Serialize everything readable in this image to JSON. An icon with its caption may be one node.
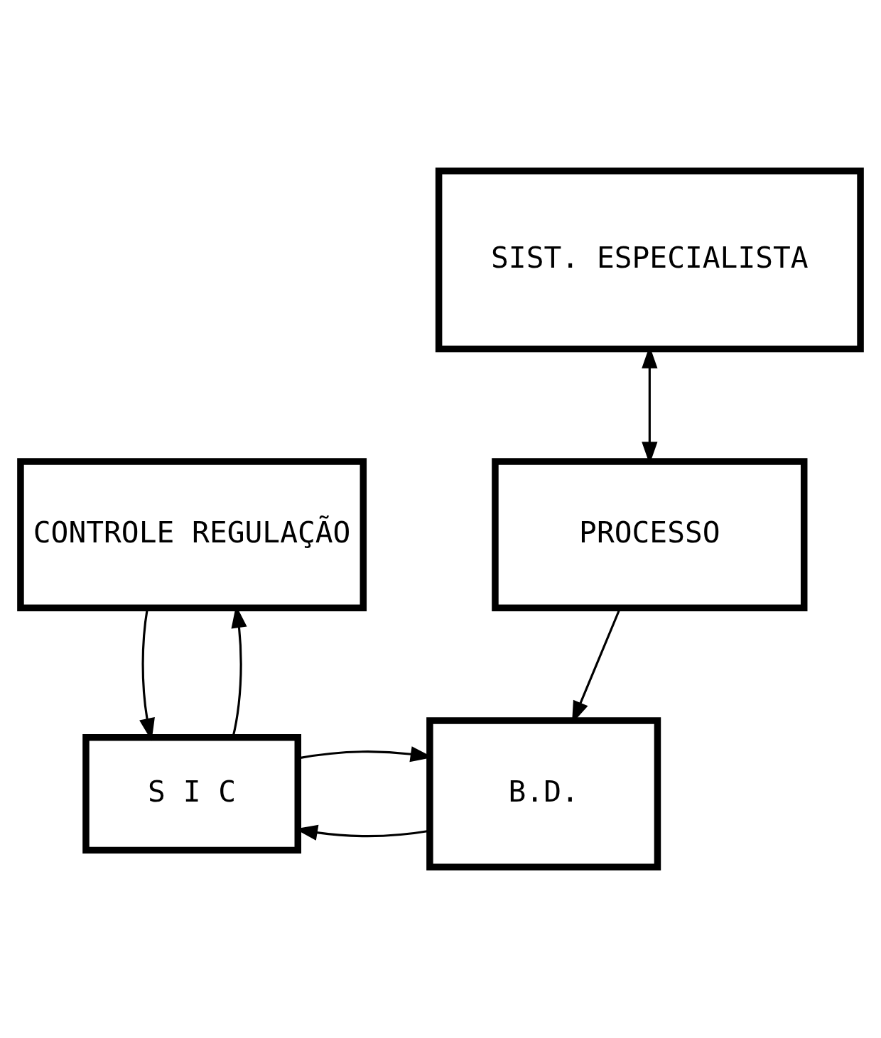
{
  "diagram": {
    "nodes": [
      {
        "text": [
          "CONTROLE REGULAÇÃO"
        ]
      },
      {
        "text": [
          "S I C"
        ]
      },
      {
        "text": [
          "B.D."
        ]
      },
      {
        "text": [
          "SIST. ESPECIALISTA"
        ]
      },
      {
        "text": [
          "PROCESSO"
        ]
      }
    ],
    "edges": [
      {
        "from": 0,
        "to": 1,
        "arrow": "to"
      },
      {
        "from": 1,
        "to": 0,
        "arrow": "to"
      },
      {
        "from": 2,
        "to": 1,
        "arrow": "to"
      },
      {
        "from": 1,
        "to": 2,
        "arrow": "to"
      },
      {
        "from": 4,
        "to": 2,
        "arrow": "to"
      },
      {
        "from": 3,
        "to": 4,
        "arrow": "both"
      }
    ]
  }
}
